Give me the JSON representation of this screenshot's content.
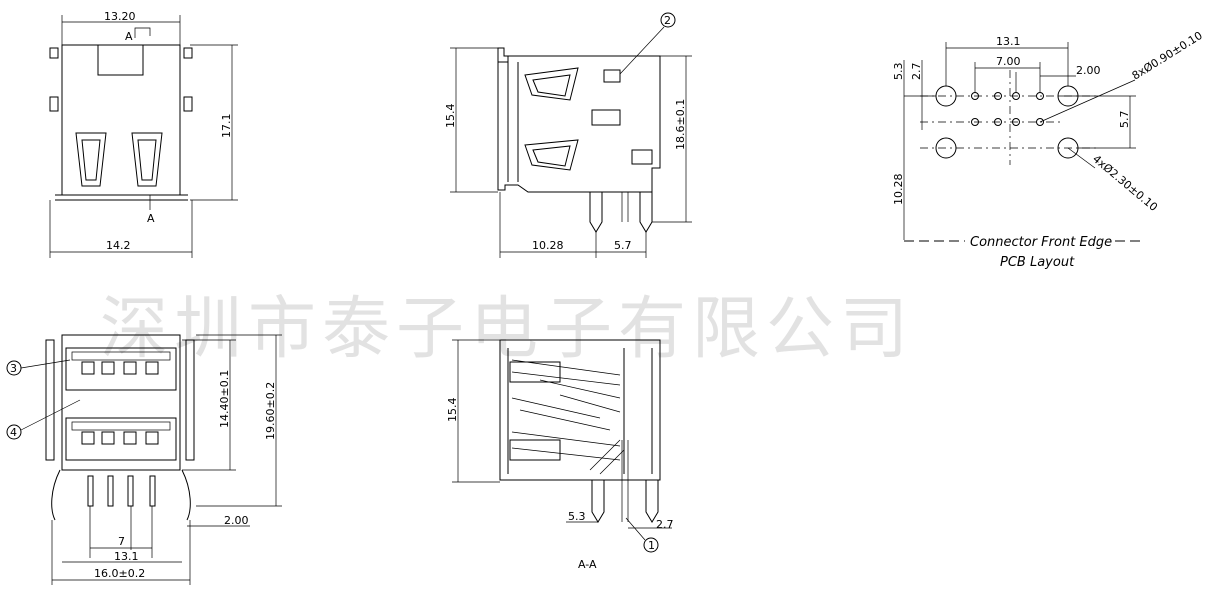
{
  "watermark": "深圳市泰子电子有限公司",
  "front_view": {
    "width_top": "13.20",
    "section_mark_top": "A",
    "section_mark_bottom": "A",
    "height": "17.1",
    "width_bottom": "14.2"
  },
  "side_view": {
    "callout": "2",
    "height_left": "15.4",
    "height_right": "18.6±0.1",
    "dim_bottom_left": "10.28",
    "dim_bottom_right": "5.7"
  },
  "pcb_layout": {
    "dim_13_1": "13.1",
    "dim_7_00": "7.00",
    "dim_2_00": "2.00",
    "dim_5_3": "5.3",
    "dim_2_7": "2.7",
    "dim_5_7": "5.7",
    "dim_10_28": "10.28",
    "hole_small": "8xØ0.90±0.10",
    "hole_large": "4xØ2.30±0.10",
    "front_edge_label": "Connector Front Edge",
    "layout_label": "PCB Layout"
  },
  "bottom_view": {
    "callout_3": "3",
    "callout_4": "4",
    "height_inner": "14.40±0.1",
    "height_outer": "19.60±0.2",
    "dim_2_00": "2.00",
    "dim_7": "7",
    "dim_13_1": "13.1",
    "width_total": "16.0±0.2"
  },
  "section_view": {
    "height": "15.4",
    "dim_5_3": "5.3",
    "dim_2_7": "2.7",
    "callout_1": "1",
    "section_label": "A-A"
  }
}
